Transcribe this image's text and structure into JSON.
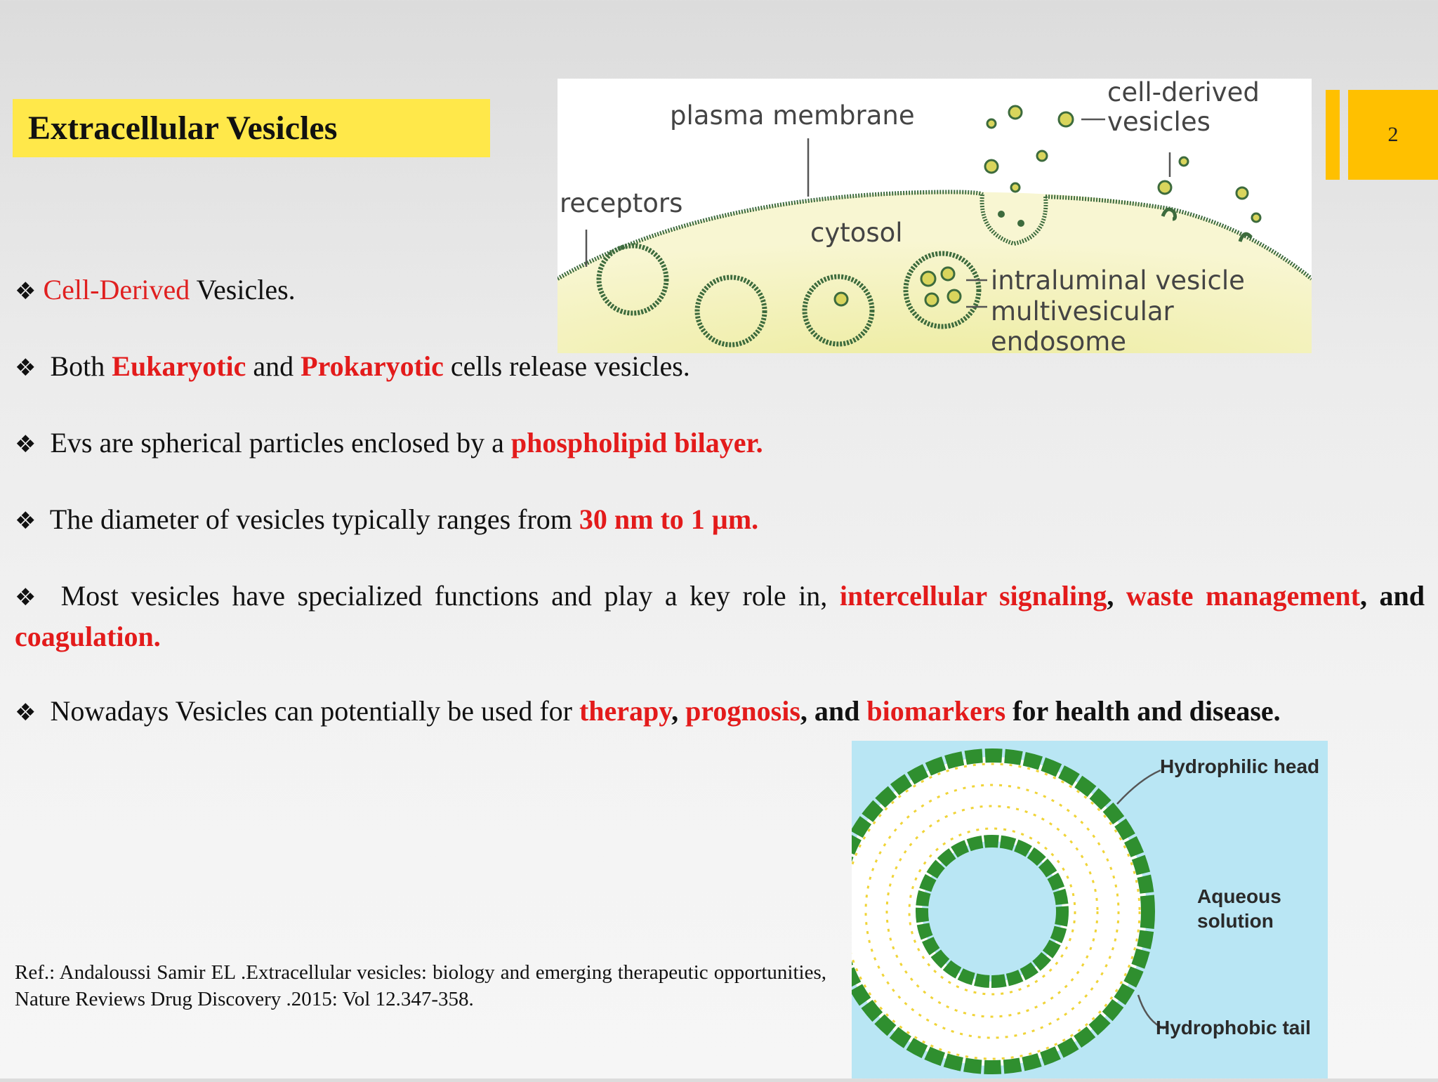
{
  "slide": {
    "title": "Extracellular Vesicles",
    "page_number": "2"
  },
  "figure_top": {
    "labels": {
      "plasma_membrane": "plasma membrane",
      "cell_derived_1": "cell-derived",
      "cell_derived_2": "vesicles",
      "receptors": "receptors",
      "cytosol": "cytosol",
      "intraluminal": "intraluminal vesicle",
      "multivesicular": "multivesicular",
      "endosome": "endosome"
    }
  },
  "figure_bottom": {
    "labels": {
      "head": "Hydrophilic head",
      "aqueous_1": "Aqueous",
      "aqueous_2": "solution",
      "tail": "Hydrophobic tail"
    }
  },
  "bullets": {
    "b1": {
      "marker": "❖",
      "red": "Cell-Derived",
      "rest": " Vesicles."
    },
    "b2": {
      "marker": "❖",
      "t1": " Both ",
      "r1": "Eukaryotic",
      "t2": " and ",
      "r2": "Prokaryotic",
      "t3": " cells release vesicles."
    },
    "b3": {
      "marker": "❖",
      "t1": " Evs are spherical particles enclosed by a ",
      "r1": "phospholipid bilayer."
    },
    "b4": {
      "marker": "❖",
      "t1": " The diameter of vesicles typically ranges from ",
      "r1": "30 nm to 1 µm."
    },
    "b5": {
      "marker": "❖",
      "t1": " Most vesicles have specialized functions and play a key role in, ",
      "r1": "intercellular signaling",
      "t2": ", ",
      "r2": "waste management",
      "t3": ", and ",
      "r3": "coagulation."
    },
    "b6": {
      "marker": "❖",
      "t1": " Nowadays Vesicles can potentially be used for ",
      "r1": "therapy",
      "t2": ", ",
      "r2": "prognosis",
      "t3": ", and ",
      "r3": "biomarkers",
      "t4": " for health and disease."
    }
  },
  "reference": "Ref.: Andaloussi Samir EL .Extracellular vesicles: biology and emerging therapeutic opportunities, Nature Reviews Drug Discovery .2015: Vol 12.347-358.",
  "colors": {
    "title_bg": "#ffe84a",
    "accent_bar": "#ffc000",
    "highlight_red": "#e31b1b",
    "membrane_green": "#2e8b2e",
    "cytosol_yellow": "#f3f0b8"
  }
}
